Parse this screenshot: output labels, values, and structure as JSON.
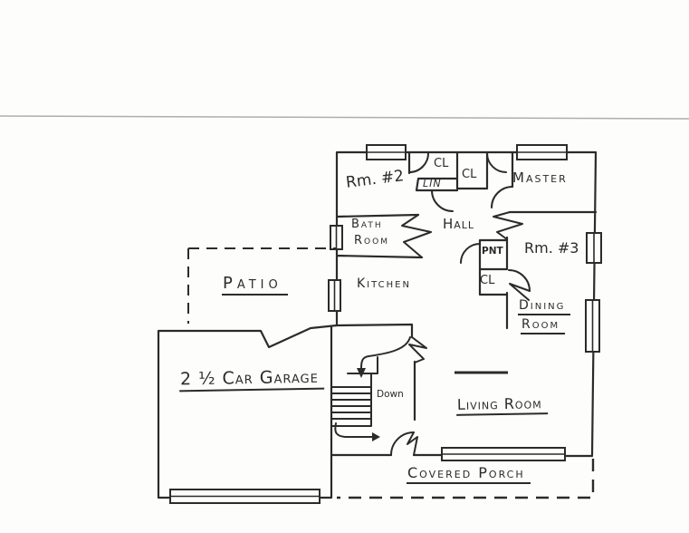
{
  "page": {
    "background": "#fdfdfc",
    "ink_color": "#2b2b2b",
    "scan_line_color": "#b3ada6"
  },
  "rooms": {
    "rm2": {
      "label": "Rm. #2"
    },
    "closet_rm2": {
      "label": "CL"
    },
    "closet_master": {
      "label": "CL"
    },
    "linen": {
      "label": "LIN"
    },
    "master": {
      "label": "Master"
    },
    "bath": {
      "line1": "Bath",
      "line2": "Room"
    },
    "hall": {
      "label": "Hall"
    },
    "pantry": {
      "label": "PNT"
    },
    "rm3": {
      "label": "Rm. #3"
    },
    "closet_hall": {
      "label": "CL"
    },
    "dining": {
      "line1": "Dining",
      "line2": "Room"
    },
    "patio": {
      "label": "Patio"
    },
    "kitchen": {
      "label": "Kitchen"
    },
    "garage": {
      "label": "2 ½ Car Garage"
    },
    "stairs": {
      "label": "Down"
    },
    "living": {
      "label": "Living Room"
    },
    "porch": {
      "label": "Covered Porch"
    }
  }
}
